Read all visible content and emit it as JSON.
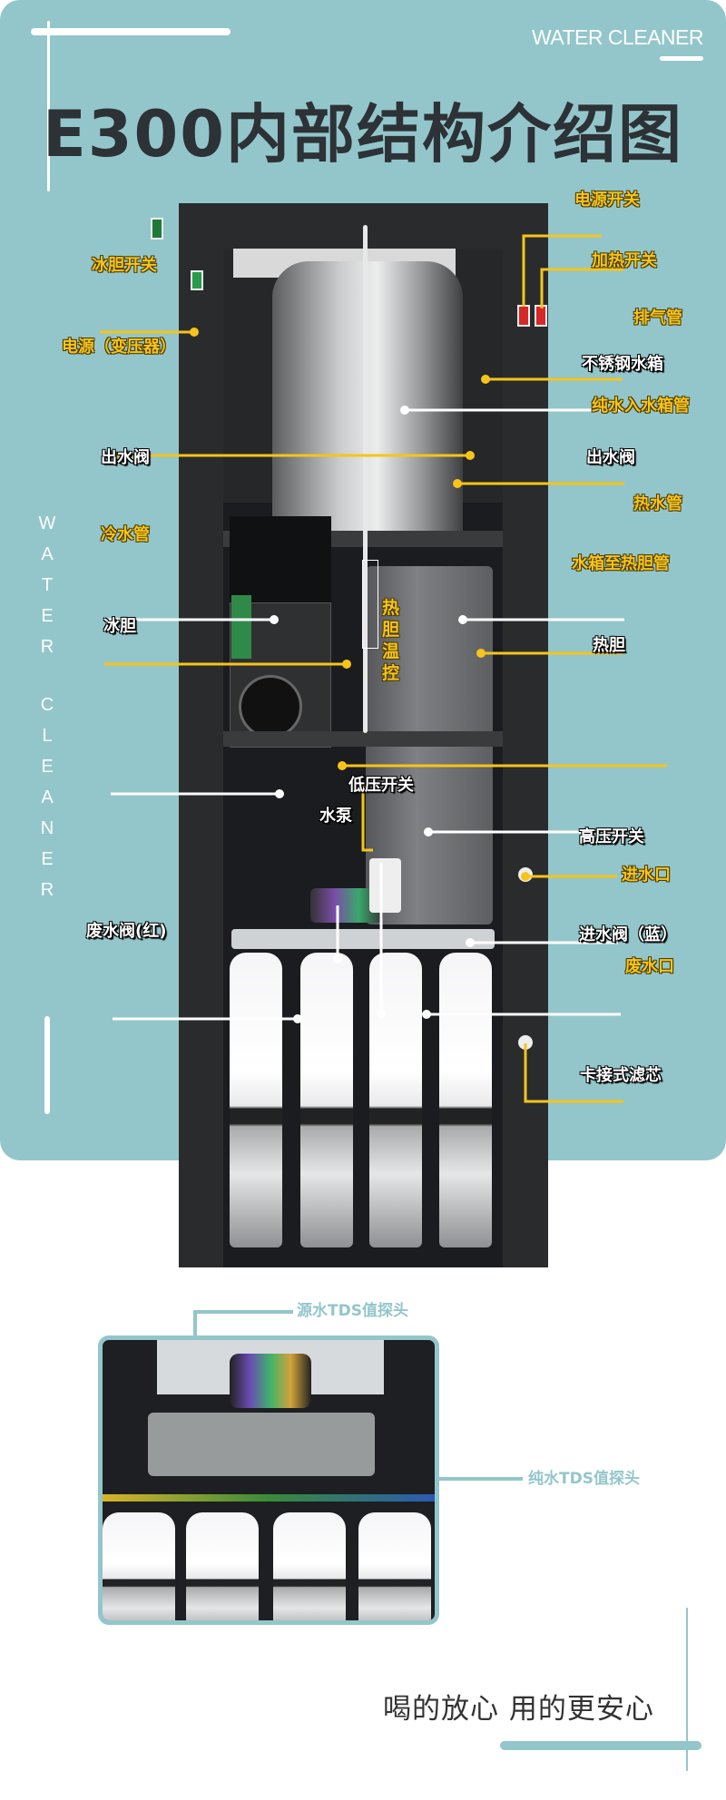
{
  "header": {
    "brand": "WATER CLEANER",
    "title": "E300内部结构介绍图"
  },
  "side_text": [
    "W",
    "A",
    "T",
    "E",
    "R",
    "C",
    "L",
    "E",
    "A",
    "N",
    "E",
    "R"
  ],
  "labels_yellow": {
    "power_switch": "电源开关",
    "heat_switch": "加热开关",
    "cold_tank_switch": "冰胆开关",
    "vent_pipe": "排气管",
    "power_transformer": "电源（变压器）",
    "pure_water_inlet_pipe": "纯水入水箱管",
    "cold_water_pipe": "冷水管",
    "hot_water_pipe": "热水管",
    "tank_to_hot_pipe": "水箱至热胆管",
    "hot_tank_thermostat": "热胆温控",
    "water_inlet": "进水口",
    "waste_outlet": "废水口"
  },
  "labels_white": {
    "steel_tank": "不锈钢水箱",
    "outlet_valve_left": "出水阀",
    "outlet_valve_right": "出水阀",
    "cold_tank": "冰胆",
    "hot_tank": "热胆",
    "low_pressure_switch": "低压开关",
    "pump": "水泵",
    "high_pressure_switch": "高压开关",
    "waste_valve": "废水阀(红)",
    "inlet_valve": "进水阀（蓝）",
    "filter": "卡接式滤芯"
  },
  "tds": {
    "source": "源水TDS值探头",
    "pure": "纯水TDS值探头"
  },
  "slogan": "喝的放心 用的更安心",
  "colors": {
    "teal": "#93c6cb",
    "yellow": "#f6c41b",
    "title": "#2d3236"
  }
}
